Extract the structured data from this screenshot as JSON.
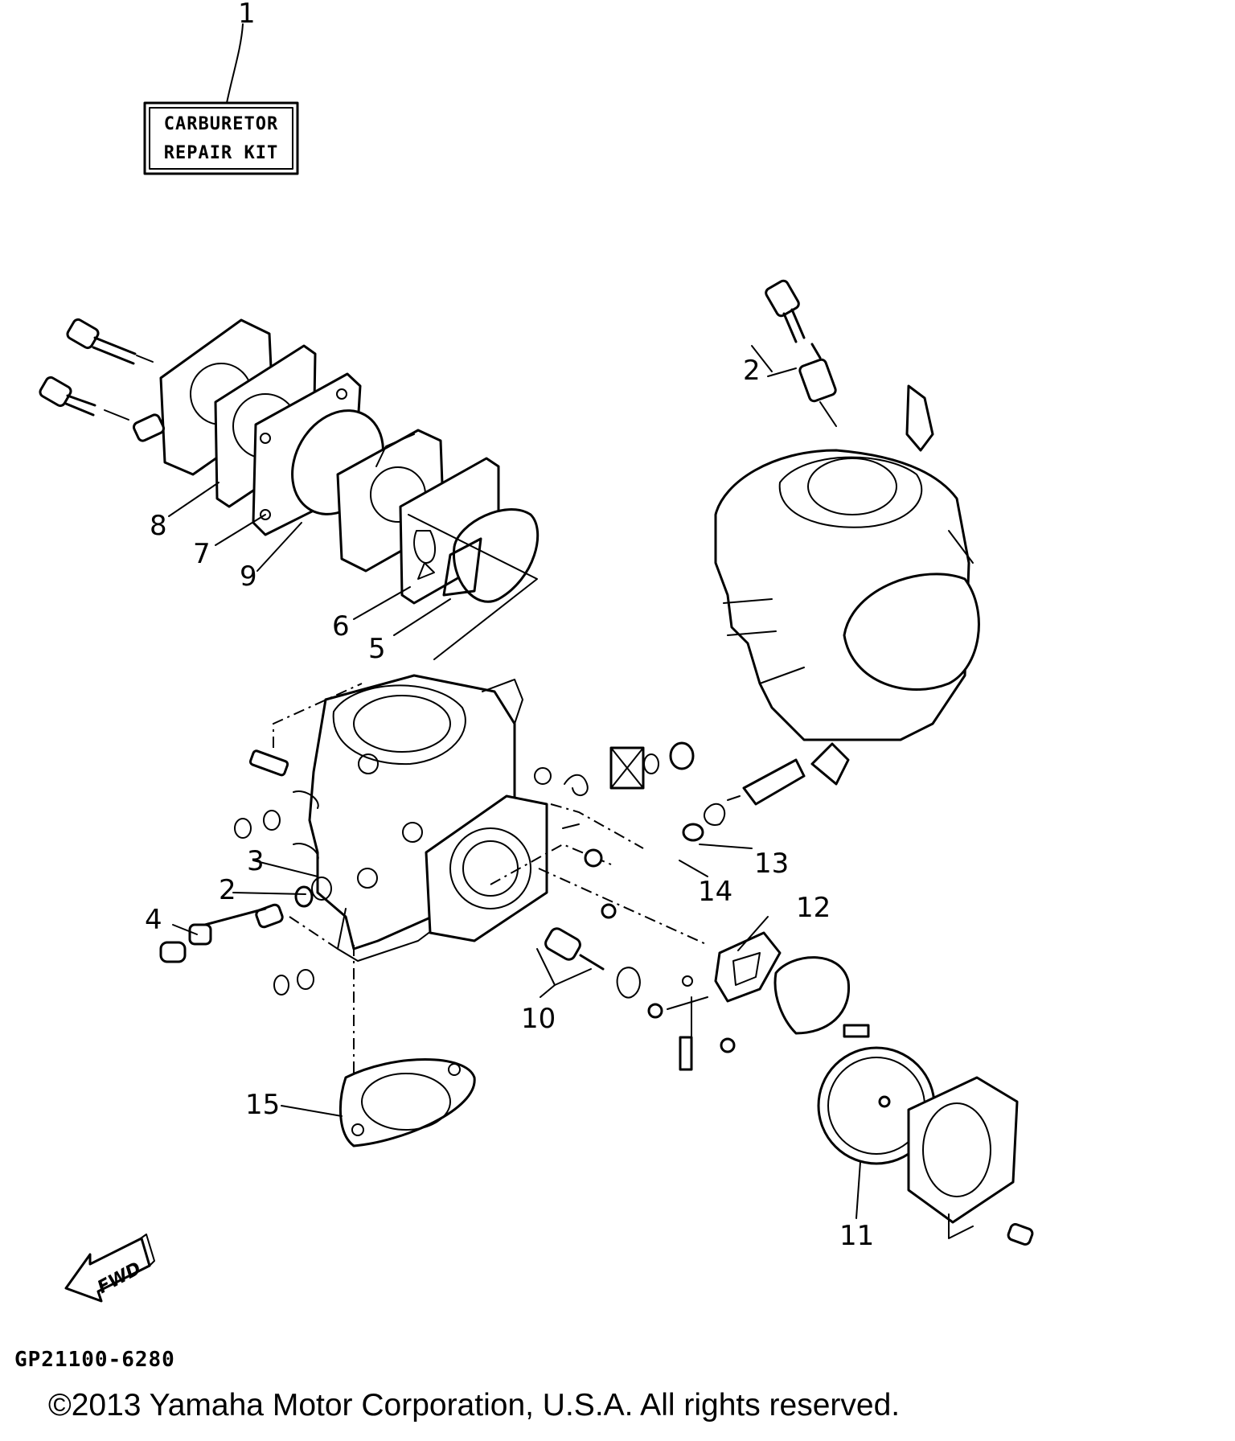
{
  "kit_label": {
    "line1": "CARBURETOR",
    "line2": "REPAIR KIT"
  },
  "callouts": [
    {
      "id": "1",
      "text": "1"
    },
    {
      "id": "2a",
      "text": "2"
    },
    {
      "id": "2b",
      "text": "2"
    },
    {
      "id": "3",
      "text": "3"
    },
    {
      "id": "4",
      "text": "4"
    },
    {
      "id": "5",
      "text": "5"
    },
    {
      "id": "6",
      "text": "6"
    },
    {
      "id": "7",
      "text": "7"
    },
    {
      "id": "8",
      "text": "8"
    },
    {
      "id": "9",
      "text": "9"
    },
    {
      "id": "10",
      "text": "10"
    },
    {
      "id": "11",
      "text": "11"
    },
    {
      "id": "12",
      "text": "12"
    },
    {
      "id": "13",
      "text": "13"
    },
    {
      "id": "14",
      "text": "14"
    },
    {
      "id": "15",
      "text": "15"
    }
  ],
  "fwd_label": "FWD",
  "part_code": "GP21100-6280",
  "copyright": "©2013 Yamaha Motor Corporation, U.S.A. All rights reserved."
}
